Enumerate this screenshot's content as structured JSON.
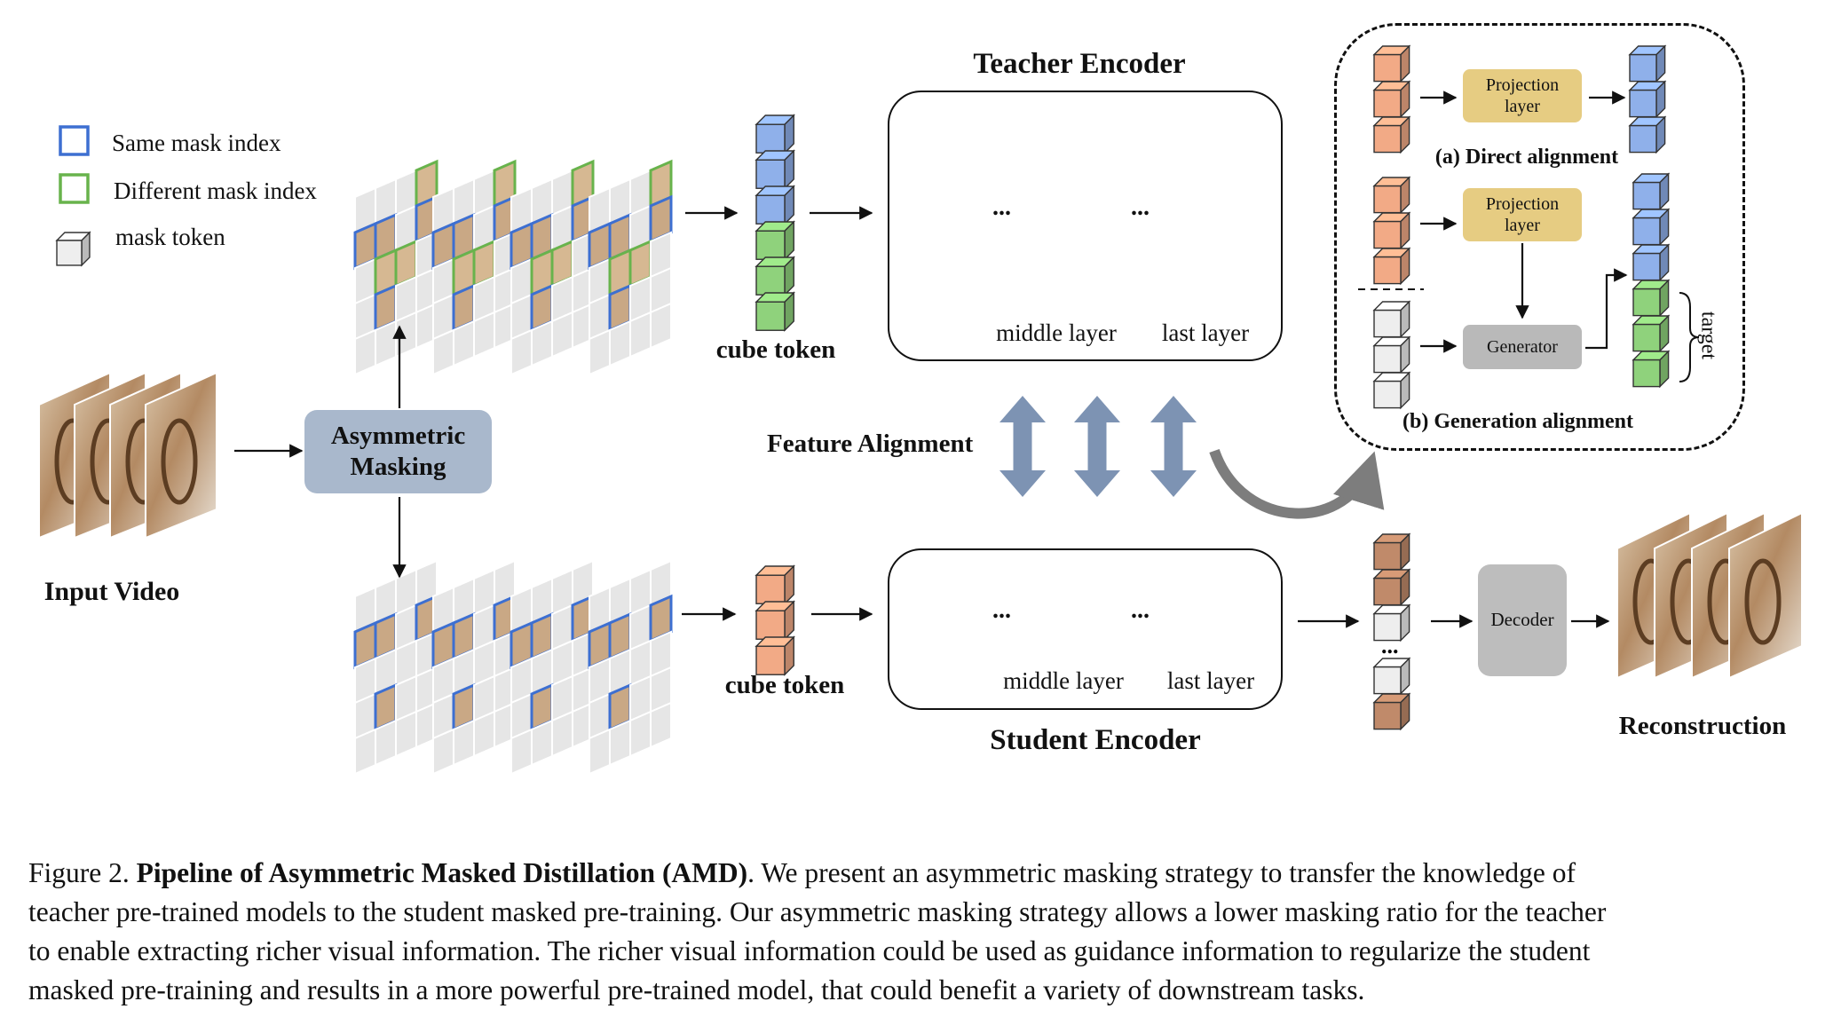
{
  "legend": {
    "same_mask": "Same mask index",
    "different_mask": "Different mask index",
    "mask_token": "mask token"
  },
  "labels": {
    "input_video": "Input Video",
    "asymmetric_masking": "Asymmetric Masking",
    "cube_token": "cube token",
    "teacher_encoder": "Teacher Encoder",
    "student_encoder": "Student Encoder",
    "middle_layer": "middle layer",
    "last_layer": "last layer",
    "ellipsis": "...",
    "feature_alignment": "Feature Alignment",
    "decoder": "Decoder",
    "reconstruction": "Reconstruction",
    "projection_layer": "Projection layer",
    "generator": "Generator",
    "target": "target",
    "direct_alignment": "(a) Direct alignment",
    "generation_alignment": "(b) Generation alignment"
  },
  "colors": {
    "teacher_token": "#8fb0ea",
    "visible_token": "#8fd27c",
    "student_token": "#f2aa86",
    "masking_box": "#a9b8cc",
    "projection_box": "#e6cc82",
    "generator_box": "#b9b9b9",
    "alignment_arrow": "#7d93b3"
  },
  "caption": {
    "prefix": "Figure 2. ",
    "bold": "Pipeline of Asymmetric Masked Distillation (AMD)",
    "line1_rest": ". We present an asymmetric masking strategy to transfer the knowledge of",
    "line2": "teacher pre-trained models to the student masked pre-training. Our asymmetric masking strategy allows a lower masking ratio for the teacher",
    "line3": "to enable extracting richer visual information. The richer visual information could be used as guidance information to regularize the student",
    "line4": "masked pre-training and results in a more powerful pre-trained model, that could benefit a variety of downstream tasks."
  }
}
